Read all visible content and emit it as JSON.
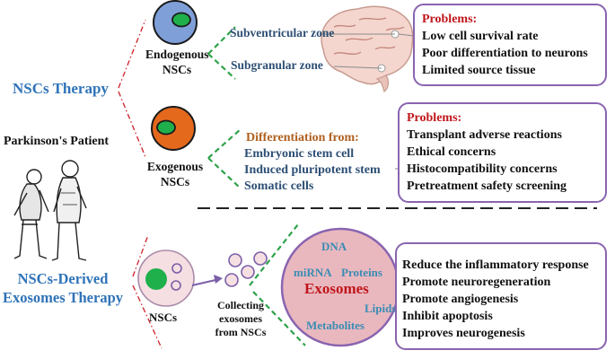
{
  "patient_label": "Parkinson's Patient",
  "nsc_therapy": {
    "title": "NSCs Therapy",
    "endogenous": {
      "label_line1": "Endogenous",
      "label_line2": "NSCs",
      "zones": [
        "Subventricular zone",
        "Subgranular zone"
      ],
      "problems_header": "Problems:",
      "problems": [
        "Low cell survival rate",
        "Poor differentiation to neurons",
        "Limited source tissue"
      ]
    },
    "exogenous": {
      "label_line1": "Exogenous",
      "label_line2": "NSCs",
      "differentiation_header": "Differentiation from:",
      "sources": [
        "Embryonic stem cell",
        "Induced pluripotent stem",
        "Somatic cells"
      ],
      "problems_header": "Problems:",
      "problems": [
        "Transplant adverse reactions",
        "Ethical concerns",
        "Histocompatibility concerns",
        "Pretreatment safety screening"
      ]
    }
  },
  "exosome_therapy": {
    "title_line1": "NSCs-Derived",
    "title_line2": "Exosomes Therapy",
    "nscs_label": "NSCs",
    "collecting_line1": "Collecting",
    "collecting_line2": "exosomes",
    "collecting_line3": "from NSCs",
    "exosome_center": "Exosomes",
    "contents": {
      "dna": "DNA",
      "mirna": "miRNA",
      "proteins": "Proteins",
      "lipids": "Lipids",
      "metabolites": "Metabolites"
    },
    "effects": [
      "Reduce the inflammatory response",
      "Promote neuroregeneration",
      "Promote angiogenesis",
      "Inhibit apoptosis",
      "Improves neurogenesis"
    ]
  },
  "colors": {
    "title_blue": "#2f73b8",
    "problem_red": "#c0161b",
    "box_border": "#8a64b0",
    "endogenous_cell": "#7f9fd8",
    "exogenous_cell": "#e4691d",
    "nucleus_green": "#1fb04c",
    "exosome_pink": "#e9b8bf"
  }
}
